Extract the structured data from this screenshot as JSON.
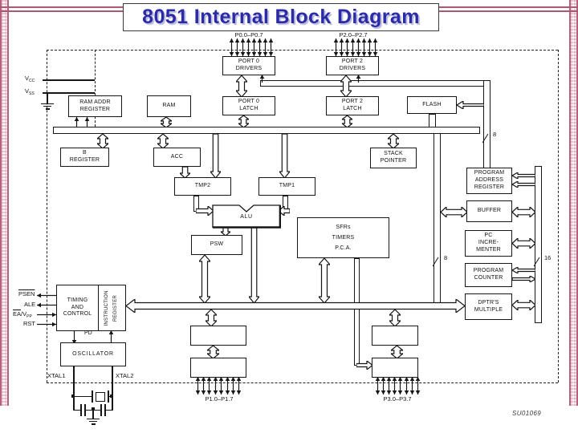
{
  "slide": {
    "title": "8051 Internal Block Diagram",
    "figure_id": "SU01069"
  },
  "blocks": {
    "port0_drivers": "PORT 0\nDRIVERS",
    "port2_drivers": "PORT 2\nDRIVERS",
    "ram_addr_register": "RAM ADDR\nREGISTER",
    "ram": "RAM",
    "port0_latch": "PORT 0\nLATCH",
    "port2_latch": "PORT 2\nLATCH",
    "flash": "FLASH",
    "b_register": "B\nREGISTER",
    "acc": "ACC",
    "stack_pointer": "STACK\nPOINTER",
    "tmp2": "TMP2",
    "tmp1": "TMP1",
    "program_address_register": "PROGRAM\nADDRESS\nREGISTER",
    "alu": "ALU",
    "buffer": "BUFFER",
    "psw": "PSW",
    "sfrs_timers_pca": "SFRs\nTIMERS\nP.C.A.",
    "pc_incrementer": "PC\nINCRE-\nMENTER",
    "program_counter": "PROGRAM\nCOUNTER",
    "dptr_multiple": "DPTR'S\nMULTIPLE",
    "timing_and_control": "TIMING\nAND\nCONTROL",
    "instruction_register": "INSTRUCTION\nREGISTER",
    "oscillator": "OSCILLATOR"
  },
  "pins": {
    "p0": "P0.0–P0.7",
    "p2": "P2.0–P2.7",
    "p1": "P1.0–P1.7",
    "p3": "P3.0–P3.7",
    "vcc_base": "V",
    "vcc_sub": "CC",
    "vss_base": "V",
    "vss_sub": "SS",
    "psen": "PSEN",
    "ale": "ALE",
    "ea_base": "EA",
    "ea_mid": "/V",
    "ea_sub": "PP",
    "rst": "RST",
    "pd": "PD",
    "xtal1": "XTAL1",
    "xtal2": "XTAL2"
  },
  "bus_widths": {
    "w8": "8",
    "w16": "16"
  },
  "colors": {
    "title_blue": "#2b2ba6",
    "line_black": "#161616",
    "border_pink": "#b4607e"
  }
}
